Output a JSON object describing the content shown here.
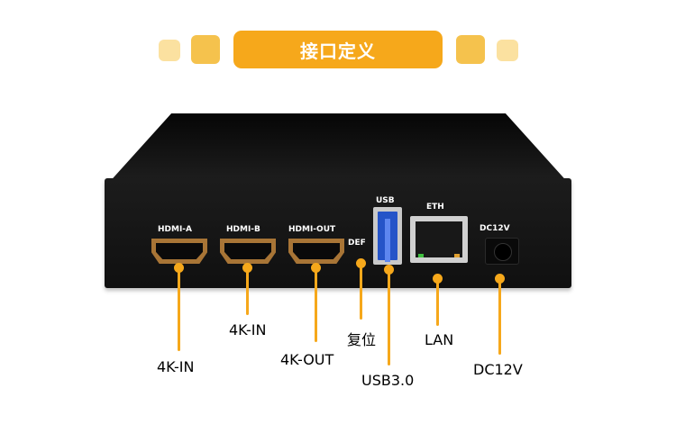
{
  "banner": {
    "title": "接口定义"
  },
  "colors": {
    "accent": "#f6a81b",
    "square_dark": "#f5c24d",
    "square_light": "#fbe1a0"
  },
  "ports": {
    "hdmi_a": "HDMI-A",
    "hdmi_b": "HDMI-B",
    "hdmi_out": "HDMI-OUT",
    "def": "DEF",
    "usb": "USB",
    "eth": "ETH",
    "dc": "DC12V"
  },
  "captions": {
    "hdmi_a": "4K-IN",
    "hdmi_b": "4K-IN",
    "hdmi_out": "4K-OUT",
    "reset": "复位",
    "usb": "USB3.0",
    "lan": "LAN",
    "dc": "DC12V"
  }
}
